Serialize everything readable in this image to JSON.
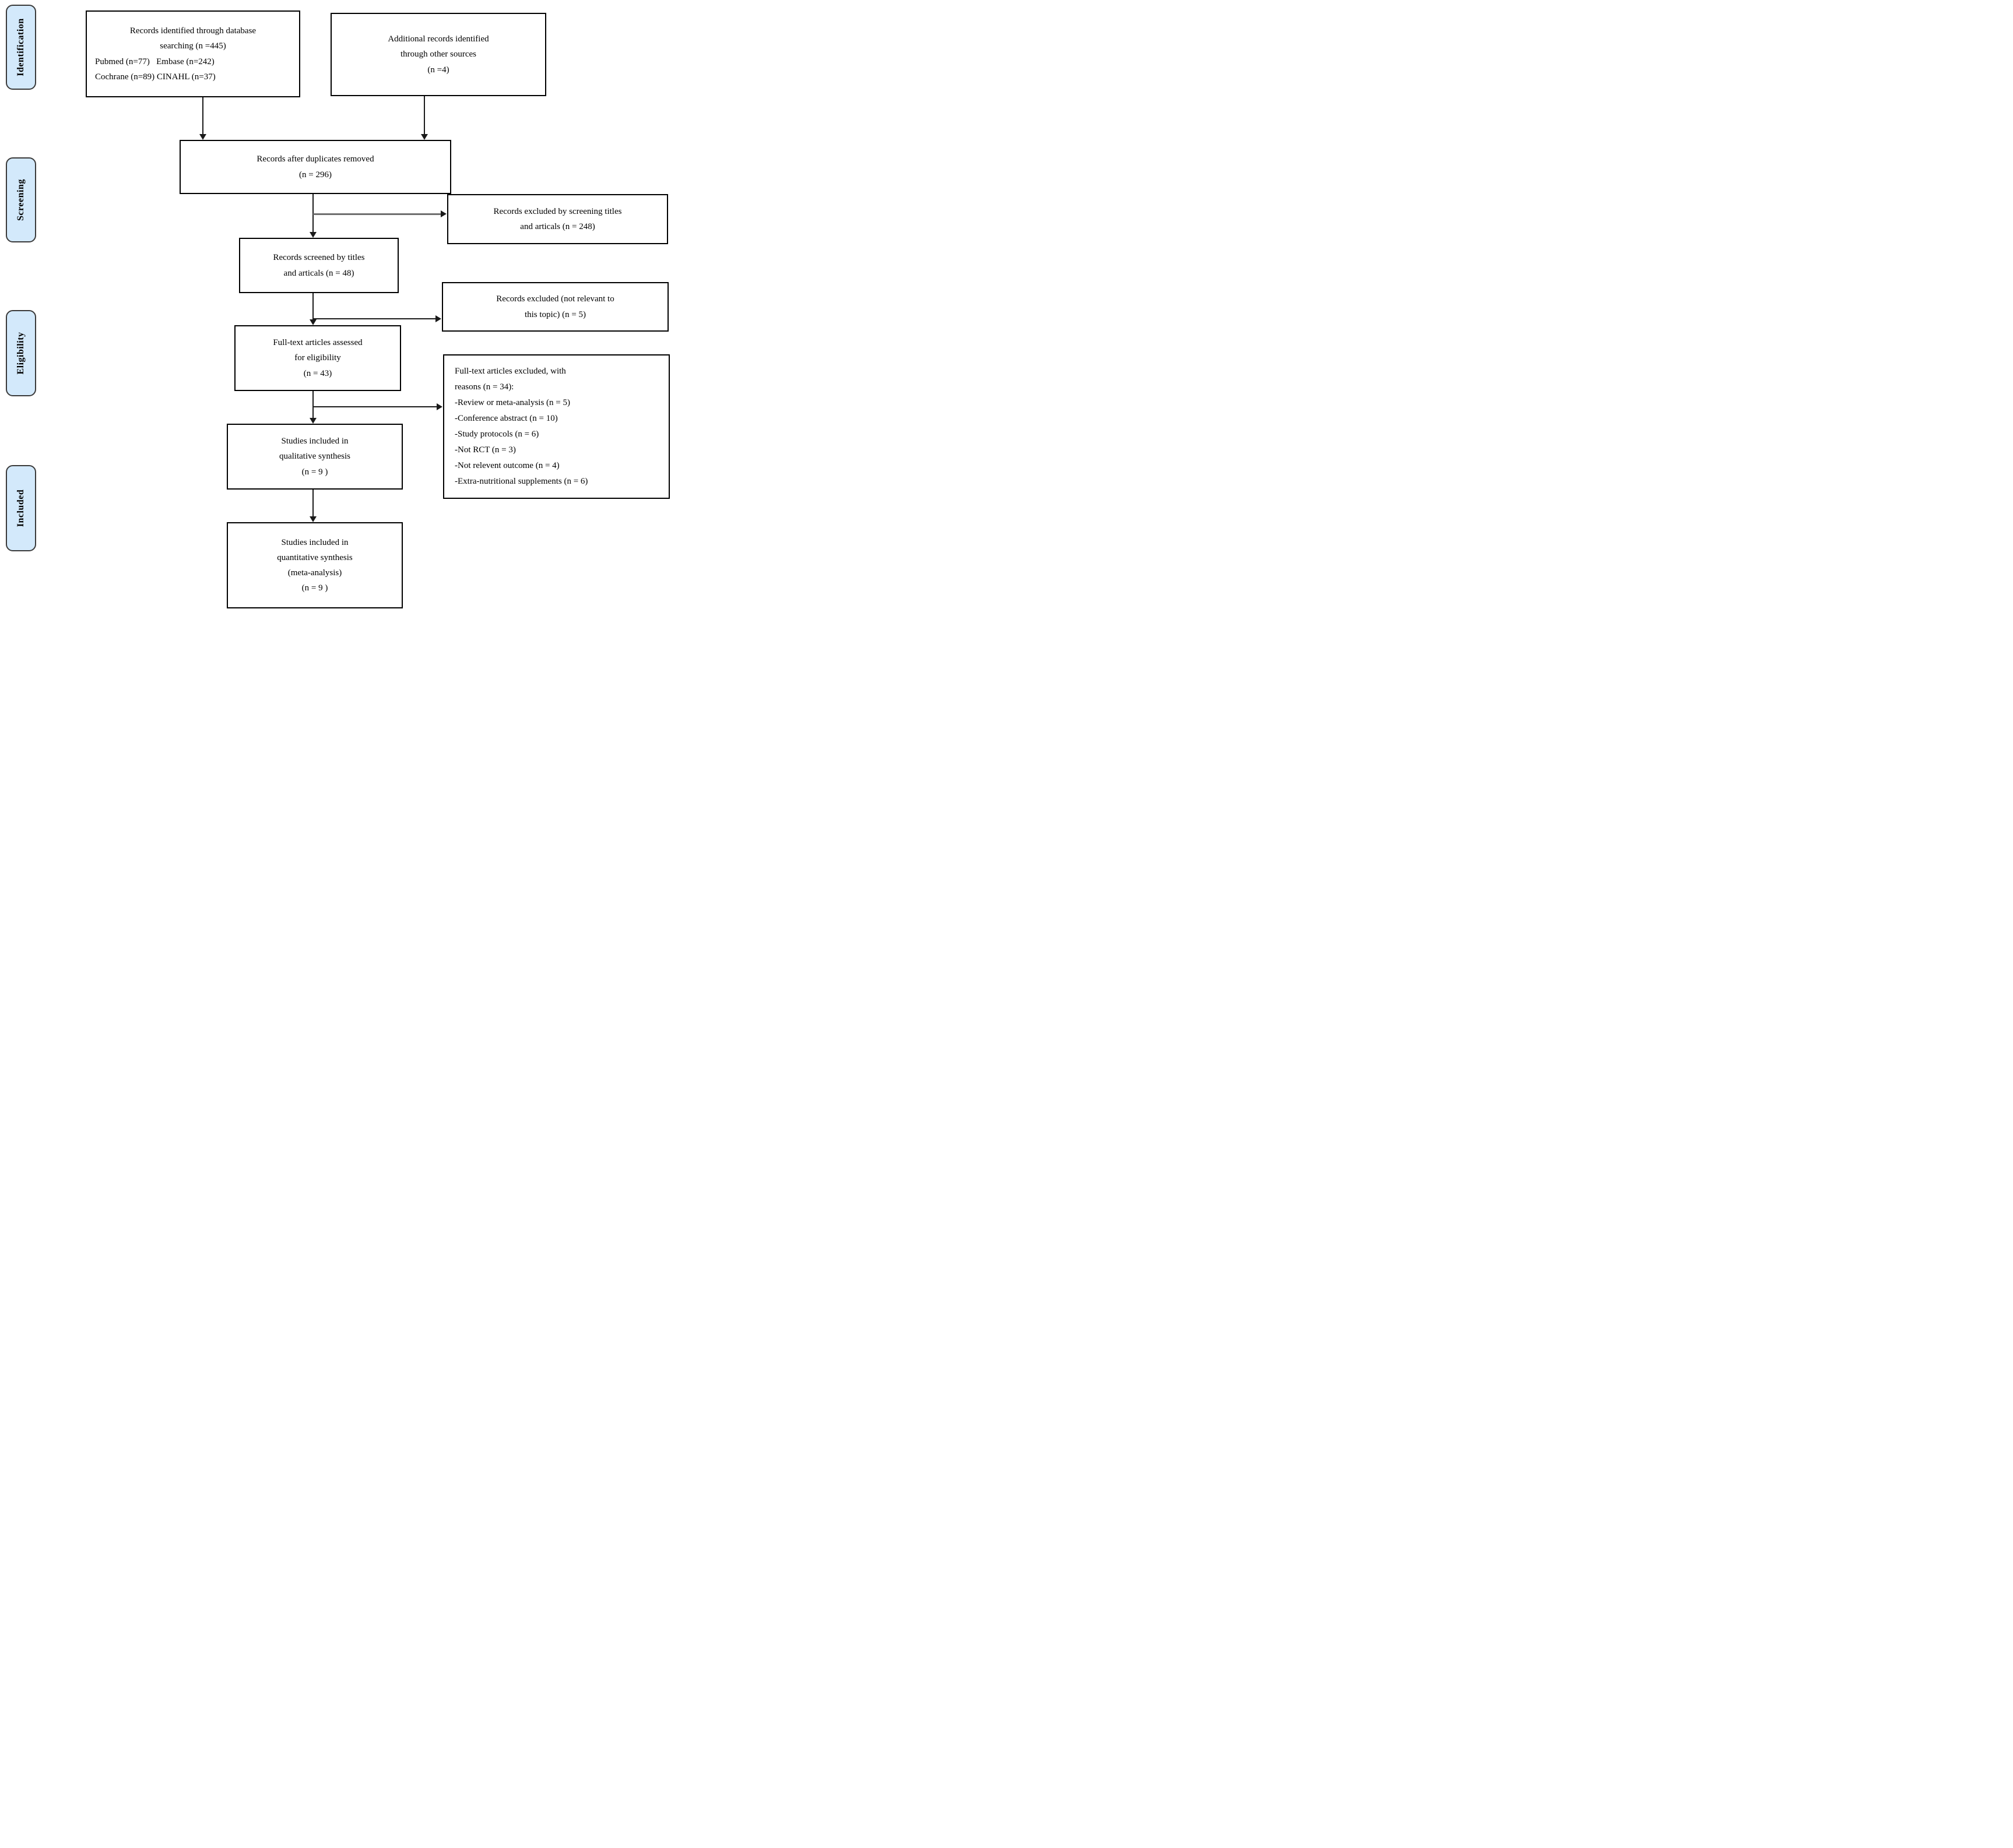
{
  "diagram_title": "PRISMA flow diagram",
  "colors": {
    "stage_fill": "#d3e9fb",
    "stage_border": "#3a3a3a",
    "box_background": "#ffffff",
    "box_border": "#000000",
    "arrow": "#1a1a1a",
    "branch_arrow_gray": "#6f6f6f"
  },
  "sidebar": {
    "stages": [
      {
        "label": "Identification"
      },
      {
        "label": "Screening"
      },
      {
        "label": "Eligibility"
      },
      {
        "label": "Included"
      }
    ]
  },
  "boxes": {
    "identified": {
      "lines": [
        "Records identified through database",
        "searching (n =445)",
        "Pubmed (n=77)   Embase (n=242)",
        "Cochrane (n=89) CINAHL (n=37)"
      ]
    },
    "additional": {
      "lines": [
        "Additional records identified",
        "through other sources",
        "(n =4)"
      ]
    },
    "duplicates": {
      "lines": [
        "Records after duplicates removed",
        "(n = 296)"
      ]
    },
    "excluded_screening": {
      "lines": [
        "Records excluded by screening titles",
        "and articals (n = 248)"
      ]
    },
    "screened": {
      "lines": [
        "Records screened by titles",
        "and articals (n = 48)"
      ]
    },
    "excluded_not_relevant": {
      "lines": [
        "Records excluded (not relevant to",
        "this topic) (n = 5)"
      ]
    },
    "fulltext": {
      "lines": [
        "Full-text articles assessed",
        "for eligibility",
        "(n = 43)"
      ]
    },
    "excluded_fulltext": {
      "lines": [
        "Full-text articles excluded, with",
        "reasons (n = 34):",
        "-Review or meta-analysis (n = 5)",
        "-Conference abstract (n = 10)",
        "-Study protocols (n = 6)",
        "-Not RCT (n = 3)",
        "-Not relevent outcome (n = 4)",
        "-Extra-nutritional supplements (n = 6)"
      ]
    },
    "qualitative": {
      "lines": [
        "Studies included in",
        "qualitative synthesis",
        "(n = 9 )"
      ]
    },
    "quantitative": {
      "lines": [
        "Studies included in",
        "quantitative synthesis",
        "(meta-analysis)",
        "(n = 9 )"
      ]
    }
  }
}
